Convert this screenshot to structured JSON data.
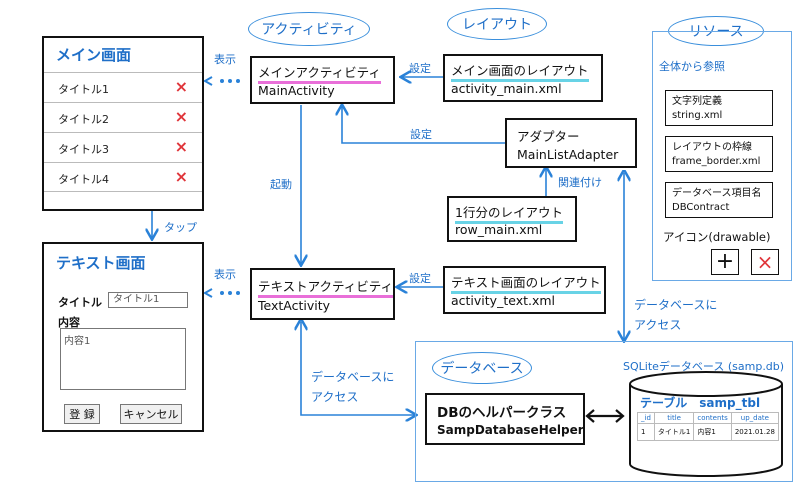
{
  "ellipses": {
    "activity": "アクティビティ",
    "layout": "レイアウト",
    "resource": "リソース",
    "database": "データベース"
  },
  "main_screen": {
    "title": "メイン画面",
    "rows": [
      "タイトル1",
      "タイトル2",
      "タイトル3",
      "タイトル4"
    ],
    "delete_mark": "×"
  },
  "text_screen": {
    "title": "テキスト画面",
    "title_label": "タイトル",
    "title_value": "タイトル1",
    "content_label": "内容",
    "content_value": "内容1",
    "register_button": "登 録",
    "cancel_button": "キャンセル"
  },
  "nodes": {
    "main_activity": {
      "title": "メインアクティビティ",
      "sub": "MainActivity"
    },
    "main_layout": {
      "title": "メイン画面のレイアウト",
      "sub": "activity_main.xml"
    },
    "adapter": {
      "title": "アダプター",
      "sub": "MainListAdapter"
    },
    "row_layout": {
      "title": "1行分のレイアウト",
      "sub": "row_main.xml"
    },
    "text_activity": {
      "title": "テキストアクティビティ",
      "sub": "TextActivity"
    },
    "text_layout": {
      "title": "テキスト画面のレイアウト",
      "sub": "activity_text.xml"
    },
    "db_helper": {
      "title": "DBのヘルパークラス",
      "sub": "SampDatabaseHelper"
    }
  },
  "labels": {
    "show1": "表示",
    "show2": "表示",
    "set1": "設定",
    "set2": "設定",
    "set3": "設定",
    "link": "関連付け",
    "launch": "起動",
    "tap": "タップ",
    "db_access_right_1": "データベースに",
    "db_access_right_2": "アクセス",
    "db_access_left_1": "データベースに",
    "db_access_left_2": "アクセス"
  },
  "resources": {
    "caption": "全体から参照",
    "items": [
      {
        "title": "文字列定義",
        "sub": "string.xml"
      },
      {
        "title": "レイアウトの枠線",
        "sub": "frame_border.xml"
      },
      {
        "title": "データベース項目名",
        "sub": "DBContract"
      }
    ],
    "icons_label": "アイコン(drawable)",
    "icon_plus": "+",
    "icon_cross": "×"
  },
  "database": {
    "sqlite_label": "SQLiteデータベース (samp.db)",
    "table_label": "テーブル　samp_tbl",
    "columns": [
      "_id",
      "title",
      "contents",
      "up_date"
    ],
    "row": [
      "1",
      "タイトル1",
      "内容1",
      "2021.01.28"
    ]
  },
  "colors": {
    "accent": "#1f6fc8",
    "arrow": "#2a82d8",
    "pink": "#e96fd9",
    "cyan": "#68d3e6",
    "red": "#e0353a"
  }
}
